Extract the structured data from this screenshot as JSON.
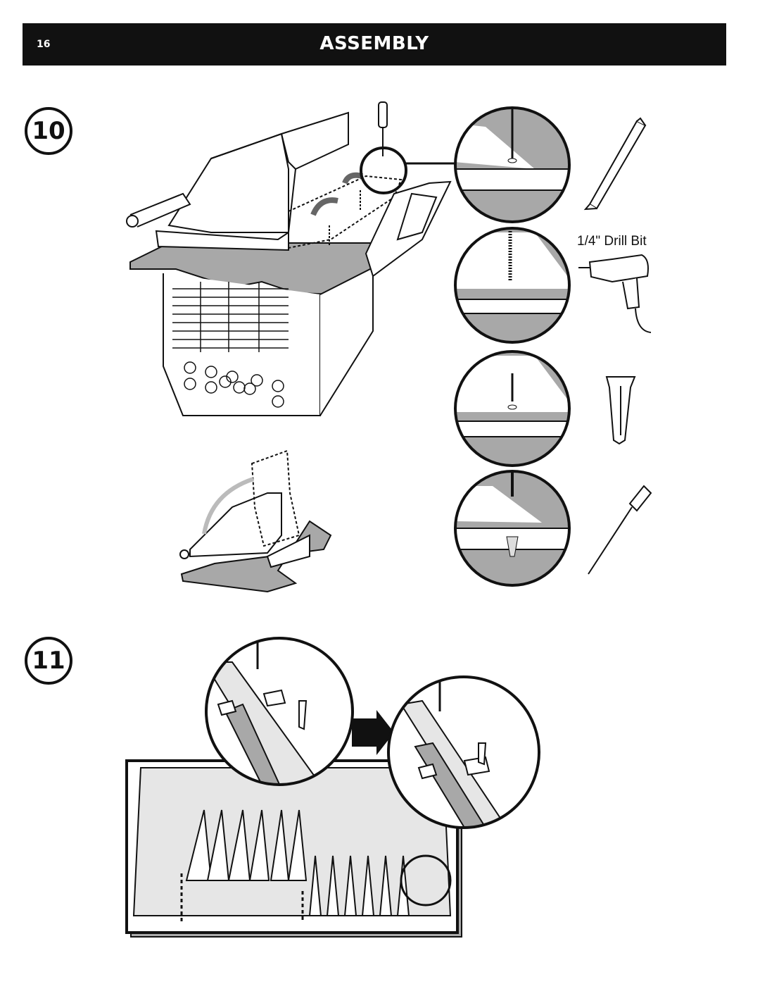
{
  "header": {
    "page_number": "16",
    "title": "ASSEMBLY"
  },
  "steps": [
    {
      "number": "10"
    },
    {
      "number": "11"
    }
  ],
  "tools": {
    "drill_label": "1/4\" Drill Bit"
  },
  "colors": {
    "header_bg": "#111111",
    "header_text": "#ffffff",
    "gray_fill": "#a8a8a8",
    "light_gray": "#e6e6e6",
    "line": "#111111"
  },
  "icons": [
    "pencil-icon",
    "drill-icon",
    "wall-anchor-icon",
    "screwdriver-icon",
    "arrow-icon"
  ]
}
